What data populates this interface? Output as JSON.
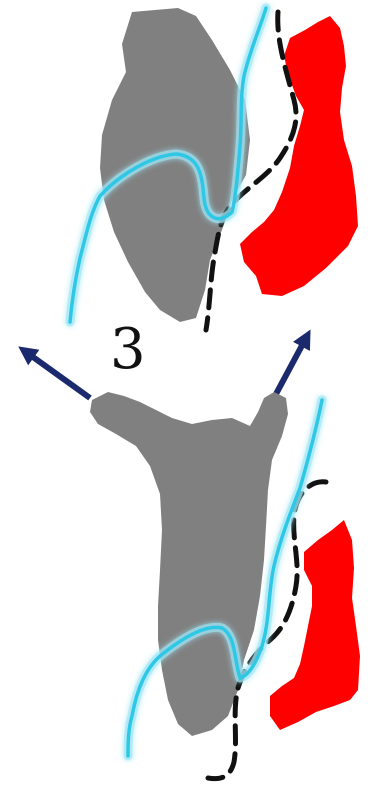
{
  "step_label": "3",
  "colors": {
    "background": "#ffffff",
    "gray_mass": "#808080",
    "red_mass": "#ff0000",
    "glow_line": "#2ec8e6",
    "glow_halo": "#9fe6f5",
    "dashed_line": "#111111",
    "arrow": "#1a2a6c"
  },
  "panels": [
    {
      "name": "upper-panel"
    },
    {
      "name": "lower-panel",
      "arrows": [
        "left-up-arrow",
        "right-up-arrow"
      ]
    }
  ]
}
